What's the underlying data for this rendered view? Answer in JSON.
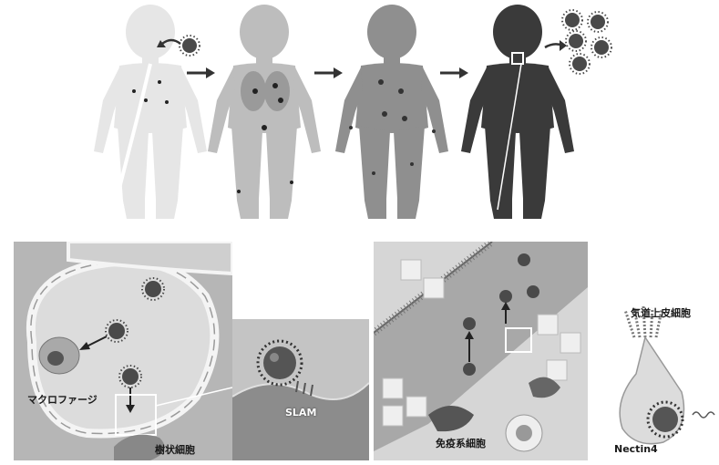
{
  "labels": {
    "macrophage": "マクロファージ",
    "dendritic_cell": "樹状細胞",
    "slam": "SLAM",
    "immune_cell": "免疫系細胞",
    "airway_epithelium": "気道上皮細胞",
    "nectin4": "Nectin4"
  },
  "colors": {
    "body_stage1": "#e6e6e6",
    "body_stage2": "#bdbdbd",
    "body_stage3": "#8f8f8f",
    "body_stage4": "#3a3a3a",
    "virus": "#4a4a4a",
    "arrow": "#333333"
  },
  "icons": [
    "virus-icon",
    "arrow-right-icon",
    "child-silhouette-icon"
  ]
}
